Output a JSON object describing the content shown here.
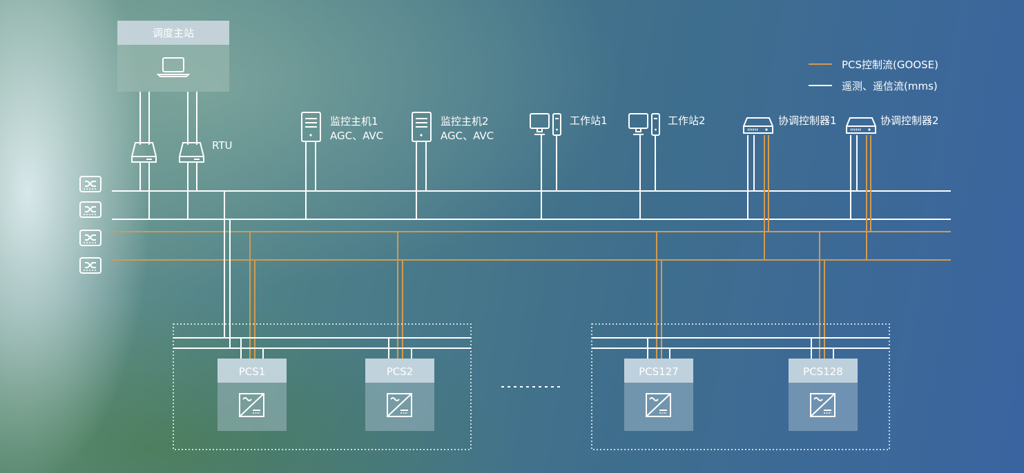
{
  "dispatch_center": {
    "label": "调度主站",
    "icon": "laptop-icon"
  },
  "rtu_label": "RTU",
  "legend": [
    {
      "label": "PCS控制流(GOOSE)",
      "color": "#d59a4d"
    },
    {
      "label": "遥测、遥信流(mms)",
      "color": "#ffffff"
    }
  ],
  "devices": {
    "monitor1": {
      "name": "监控主机1",
      "sub": "AGC、AVC",
      "icon": "server-icon"
    },
    "monitor2": {
      "name": "监控主机2",
      "sub": "AGC、AVC",
      "icon": "server-icon"
    },
    "workstation1": {
      "name": "工作站1",
      "icon": "workstation-icon"
    },
    "workstation2": {
      "name": "工作站2",
      "icon": "workstation-icon"
    },
    "coordinator1": {
      "name": "协调控制器1",
      "icon": "controller-icon"
    },
    "coordinator2": {
      "name": "协调控制器2",
      "icon": "controller-icon"
    }
  },
  "pcs": [
    "PCS1",
    "PCS2",
    "PCS127",
    "PCS128"
  ],
  "colors": {
    "mms": "#ffffff",
    "goose": "#d59a4d"
  }
}
